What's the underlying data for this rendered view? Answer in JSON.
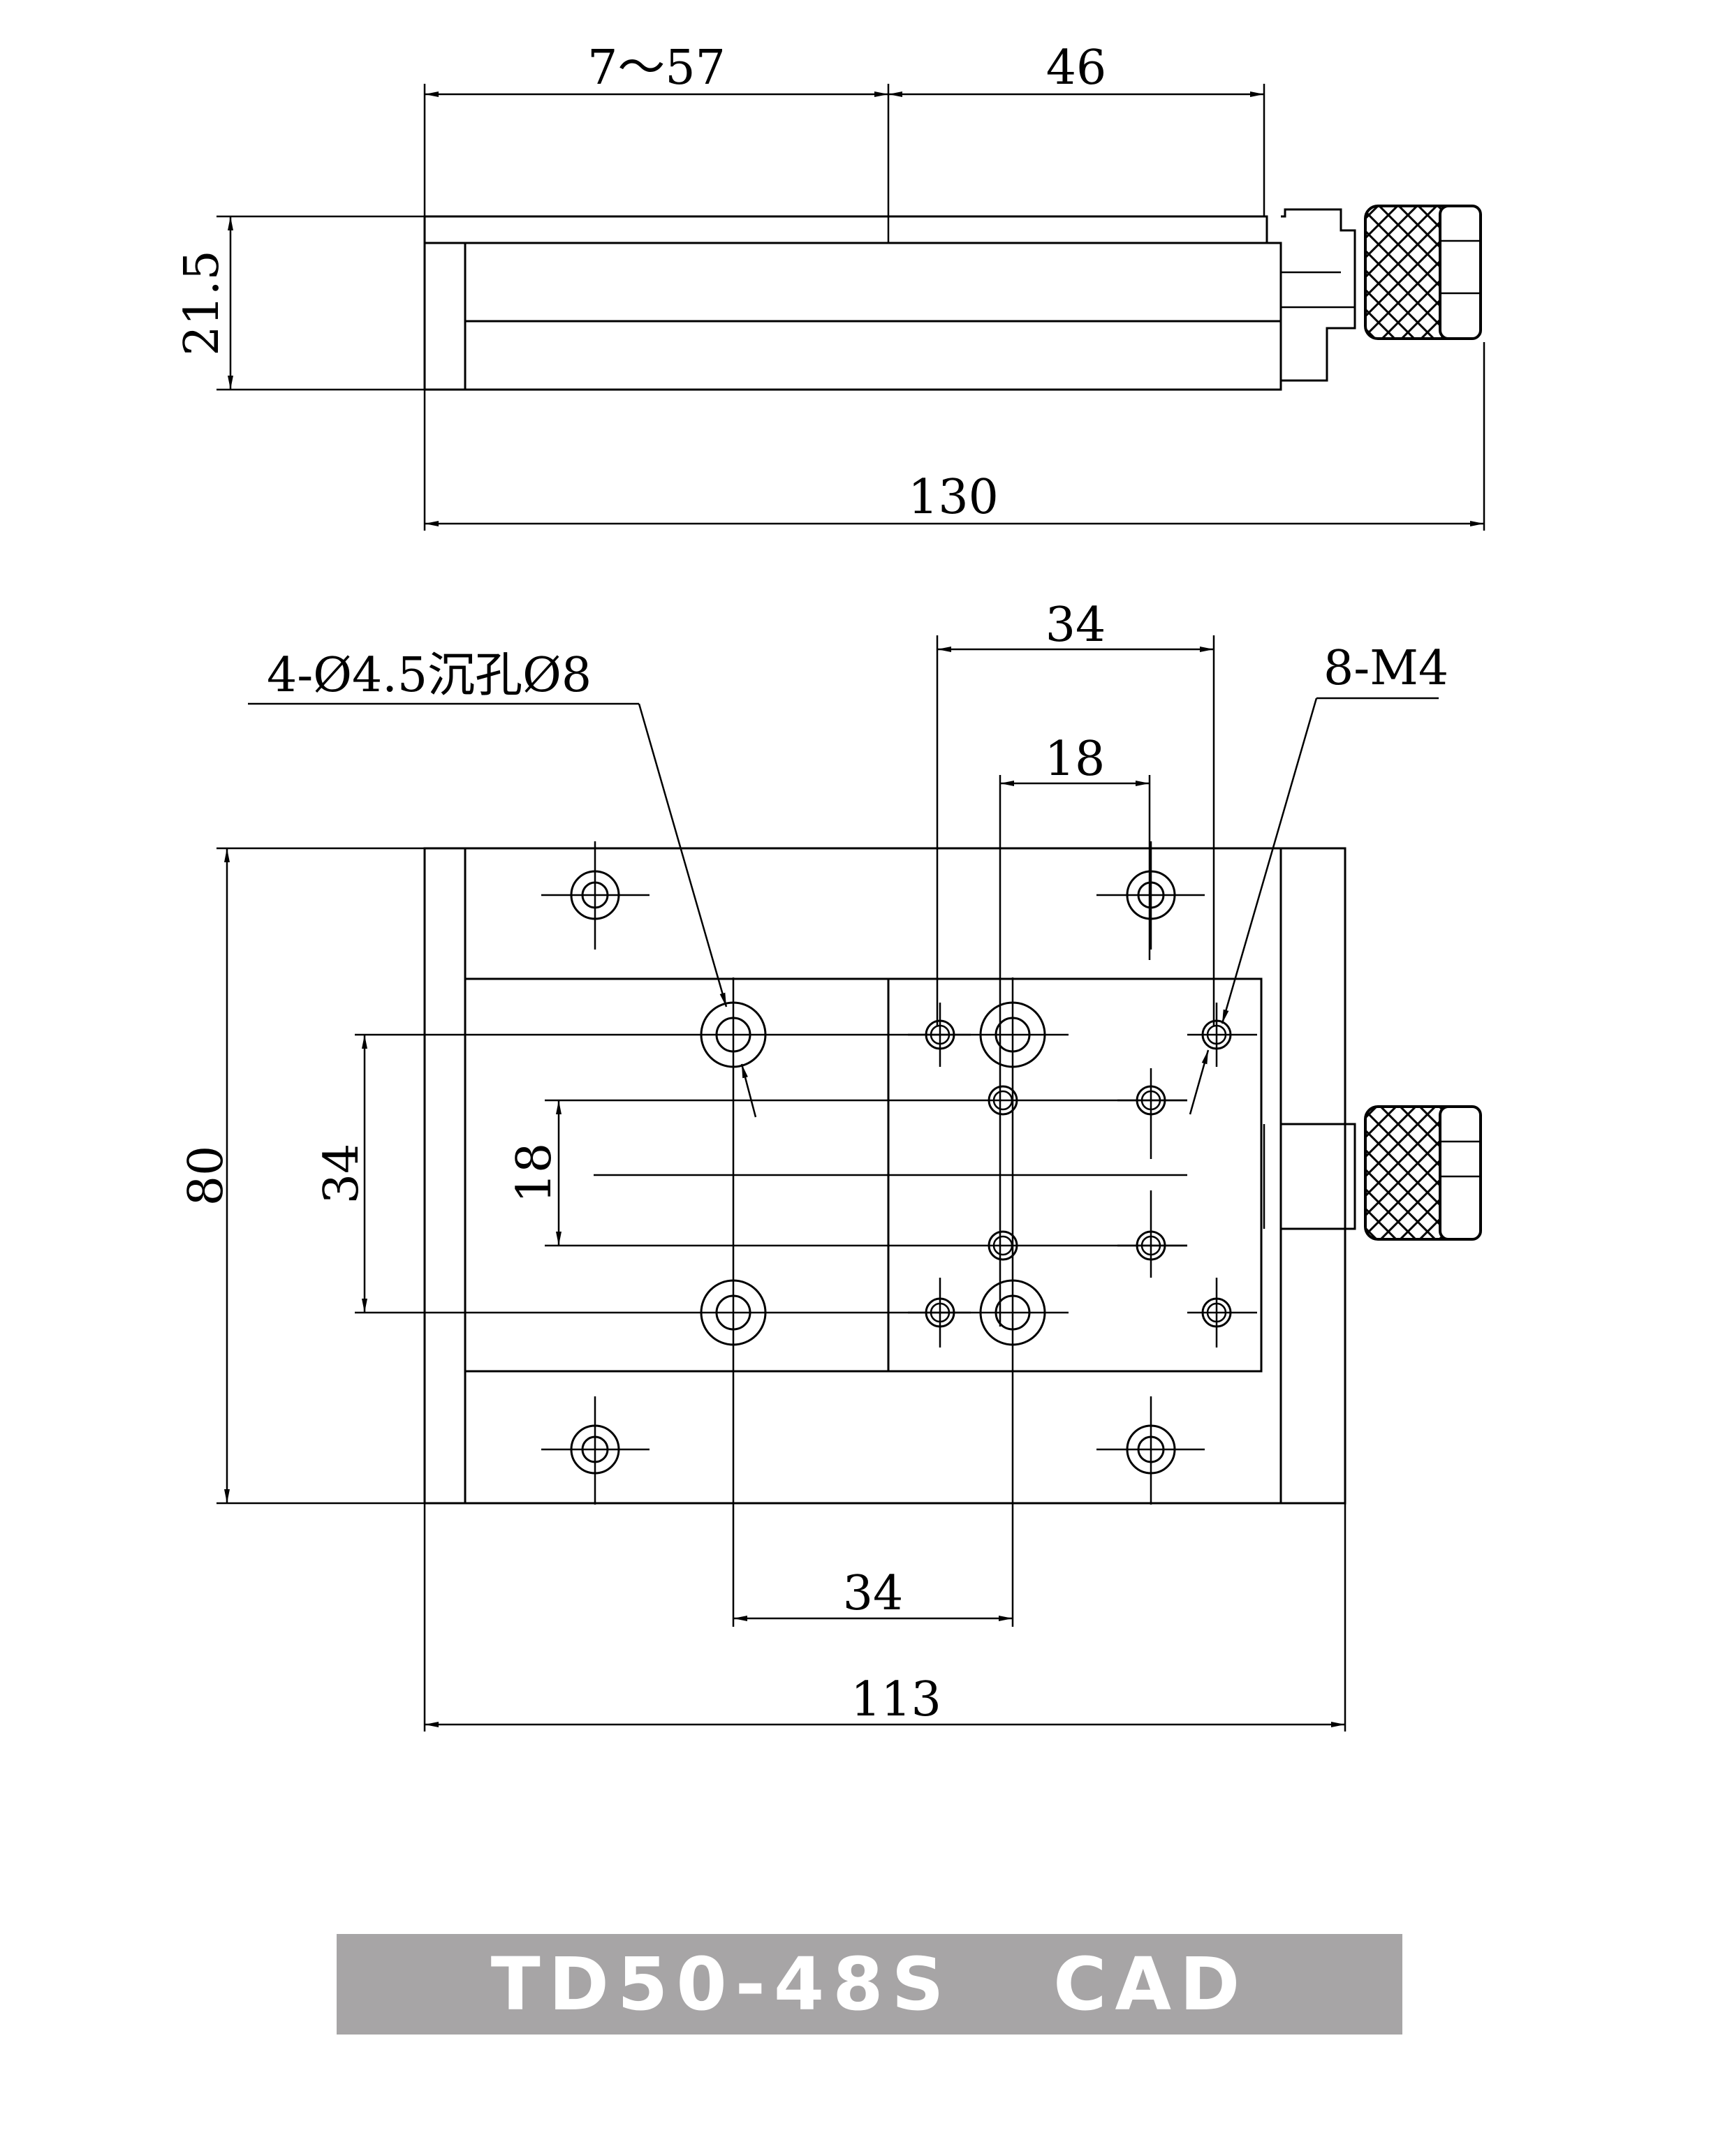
{
  "side_view": {
    "dim_travel": "7～57",
    "dim_knob_offset": "46",
    "dim_height": "21.5",
    "dim_total_length": "130"
  },
  "top_view": {
    "note_counterbore": "4-Ø4.5沉孔Ø8",
    "note_thread": "8-M4",
    "dim_top_34": "34",
    "dim_top_18": "18",
    "dim_width": "80",
    "dim_left_34": "34",
    "dim_left_18": "18",
    "dim_bottom_34": "34",
    "dim_bottom_113": "113"
  },
  "title": {
    "text": "TD50-48S   CAD"
  }
}
